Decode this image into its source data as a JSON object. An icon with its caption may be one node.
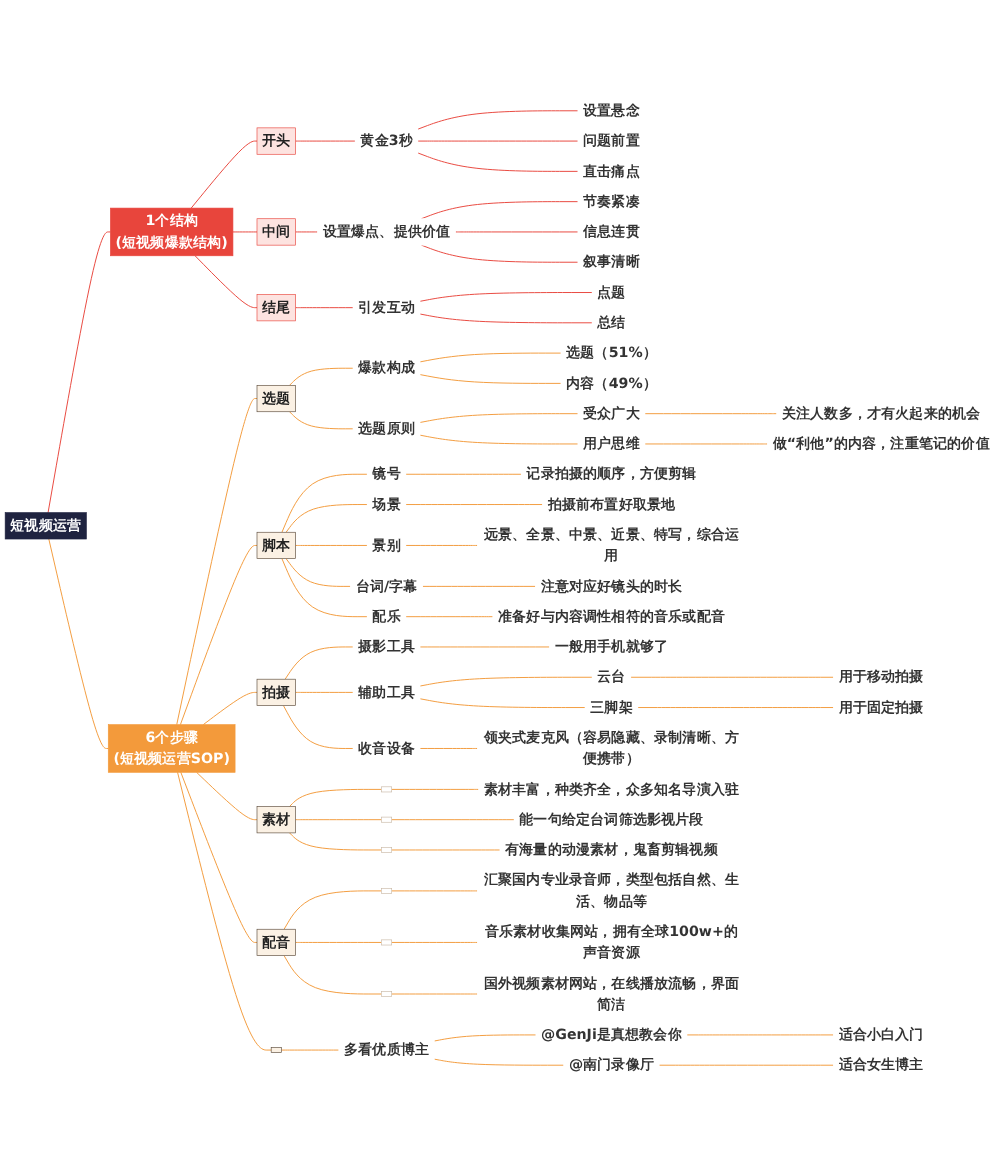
{
  "diagram": {
    "nodes": [
      {
        "text": [
          "短视频运营"
        ]
      },
      {
        "text": [
          "1个结构",
          "(短视频爆款结构)"
        ]
      },
      {
        "text": [
          "开头"
        ]
      },
      {
        "text": [
          "黄金3秒"
        ]
      },
      {
        "text": [
          "设置悬念"
        ]
      },
      {
        "text": [
          "问题前置"
        ]
      },
      {
        "text": [
          "直击痛点"
        ]
      },
      {
        "text": [
          "中间"
        ]
      },
      {
        "text": [
          "设置爆点、提供价值"
        ]
      },
      {
        "text": [
          "节奏紧凑"
        ]
      },
      {
        "text": [
          "信息连贯"
        ]
      },
      {
        "text": [
          "叙事清晰"
        ]
      },
      {
        "text": [
          "结尾"
        ]
      },
      {
        "text": [
          "引发互动"
        ]
      },
      {
        "text": [
          "点题"
        ]
      },
      {
        "text": [
          "总结"
        ]
      },
      {
        "text": [
          "6个步骤",
          "(短视频运营SOP)"
        ]
      },
      {
        "text": [
          "选题"
        ]
      },
      {
        "text": [
          "爆款构成"
        ]
      },
      {
        "text": [
          "选题（51%）"
        ]
      },
      {
        "text": [
          "内容（49%）"
        ]
      },
      {
        "text": [
          "选题原则"
        ]
      },
      {
        "text": [
          "受众广大"
        ]
      },
      {
        "text": [
          "关注人数多，才有火起来的机会"
        ]
      },
      {
        "text": [
          "用户思维"
        ]
      },
      {
        "text": [
          "做“利他”的内容，注重笔记的价值"
        ]
      },
      {
        "text": [
          "脚本"
        ]
      },
      {
        "text": [
          "镜号"
        ]
      },
      {
        "text": [
          "记录拍摄的顺序，方便剪辑"
        ]
      },
      {
        "text": [
          "场景"
        ]
      },
      {
        "text": [
          "拍摄前布置好取景地"
        ]
      },
      {
        "text": [
          "景别"
        ]
      },
      {
        "text": [
          "远景、全景、中景、近景、特写，综合运用"
        ]
      },
      {
        "text": [
          "台词/字幕"
        ]
      },
      {
        "text": [
          "注意对应好镜头的时长"
        ]
      },
      {
        "text": [
          "配乐"
        ]
      },
      {
        "text": [
          "准备好与内容调性相符的音乐或配音"
        ]
      },
      {
        "text": [
          "拍摄"
        ]
      },
      {
        "text": [
          "摄影工具"
        ]
      },
      {
        "text": [
          "一般用手机就够了"
        ]
      },
      {
        "text": [
          "辅助工具"
        ]
      },
      {
        "text": [
          "云台"
        ]
      },
      {
        "text": [
          "用于移动拍摄"
        ]
      },
      {
        "text": [
          "三脚架"
        ]
      },
      {
        "text": [
          "用于固定拍摄"
        ]
      },
      {
        "text": [
          "收音设备"
        ]
      },
      {
        "text": [
          "领夹式麦克风（容易隐藏、录制清晰、方便携带）"
        ]
      },
      {
        "text": [
          "素材"
        ]
      },
      {
        "text": [],
        "shape": "box"
      },
      {
        "text": [
          "素材丰富，种类齐全，众多知名导演入驻"
        ]
      },
      {
        "text": [],
        "shape": "box"
      },
      {
        "text": [
          "能一句给定台词筛选影视片段"
        ]
      },
      {
        "text": [],
        "shape": "box"
      },
      {
        "text": [
          "有海量的动漫素材，鬼畜剪辑视频"
        ]
      },
      {
        "text": [
          "配音"
        ]
      },
      {
        "text": [],
        "shape": "box"
      },
      {
        "text": [
          "汇聚国内专业录音师，类型包括自然、生活、物品等"
        ]
      },
      {
        "text": [],
        "shape": "box"
      },
      {
        "text": [
          "音乐素材收集网站，拥有全球100w+的声音资源"
        ]
      },
      {
        "text": [],
        "shape": "box"
      },
      {
        "text": [
          "国外视频素材网站，在线播放流畅，界面简洁"
        ]
      },
      {
        "text": [],
        "shape": "box"
      },
      {
        "text": [
          "多看优质博主"
        ]
      },
      {
        "text": [
          "@GenJi是真想教会你"
        ]
      },
      {
        "text": [
          "适合小白入门"
        ]
      },
      {
        "text": [
          "@南门录像厅"
        ]
      },
      {
        "text": [
          "适合女生博主"
        ]
      }
    ],
    "edges": [
      {
        "from": 0,
        "to": 1,
        "arrow": "none",
        "color": "#e8453c"
      },
      {
        "from": 1,
        "to": 2,
        "arrow": "none",
        "color": "#e8453c"
      },
      {
        "from": 2,
        "to": 3,
        "arrow": "none",
        "color": "#e8453c"
      },
      {
        "from": 3,
        "to": 4,
        "arrow": "none",
        "color": "#e8453c"
      },
      {
        "from": 3,
        "to": 5,
        "arrow": "none",
        "color": "#e8453c"
      },
      {
        "from": 3,
        "to": 6,
        "arrow": "none",
        "color": "#e8453c"
      },
      {
        "from": 1,
        "to": 7,
        "arrow": "none",
        "color": "#e8453c"
      },
      {
        "from": 7,
        "to": 8,
        "arrow": "none",
        "color": "#e8453c"
      },
      {
        "from": 8,
        "to": 9,
        "arrow": "none",
        "color": "#e8453c"
      },
      {
        "from": 8,
        "to": 10,
        "arrow": "none",
        "color": "#e8453c"
      },
      {
        "from": 8,
        "to": 11,
        "arrow": "none",
        "color": "#e8453c"
      },
      {
        "from": 1,
        "to": 12,
        "arrow": "none",
        "color": "#e8453c"
      },
      {
        "from": 12,
        "to": 13,
        "arrow": "none",
        "color": "#e8453c"
      },
      {
        "from": 13,
        "to": 14,
        "arrow": "none",
        "color": "#e8453c"
      },
      {
        "from": 13,
        "to": 15,
        "arrow": "none",
        "color": "#e8453c"
      },
      {
        "from": 0,
        "to": 16,
        "arrow": "none"
      },
      {
        "from": 16,
        "to": 17,
        "arrow": "none"
      },
      {
        "from": 17,
        "to": 18,
        "arrow": "none"
      },
      {
        "from": 18,
        "to": 19,
        "arrow": "none"
      },
      {
        "from": 18,
        "to": 20,
        "arrow": "none"
      },
      {
        "from": 17,
        "to": 21,
        "arrow": "none"
      },
      {
        "from": 21,
        "to": 22,
        "arrow": "none"
      },
      {
        "from": 22,
        "to": 23,
        "arrow": "none"
      },
      {
        "from": 21,
        "to": 24,
        "arrow": "none"
      },
      {
        "from": 24,
        "to": 25,
        "arrow": "none"
      },
      {
        "from": 16,
        "to": 26,
        "arrow": "none"
      },
      {
        "from": 26,
        "to": 27,
        "arrow": "none"
      },
      {
        "from": 27,
        "to": 28,
        "arrow": "none"
      },
      {
        "from": 26,
        "to": 29,
        "arrow": "none"
      },
      {
        "from": 29,
        "to": 30,
        "arrow": "none"
      },
      {
        "from": 26,
        "to": 31,
        "arrow": "none"
      },
      {
        "from": 31,
        "to": 32,
        "arrow": "none"
      },
      {
        "from": 26,
        "to": 33,
        "arrow": "none"
      },
      {
        "from": 33,
        "to": 34,
        "arrow": "none"
      },
      {
        "from": 26,
        "to": 35,
        "arrow": "none"
      },
      {
        "from": 35,
        "to": 36,
        "arrow": "none"
      },
      {
        "from": 16,
        "to": 37,
        "arrow": "none"
      },
      {
        "from": 37,
        "to": 38,
        "arrow": "none"
      },
      {
        "from": 38,
        "to": 39,
        "arrow": "none"
      },
      {
        "from": 37,
        "to": 40,
        "arrow": "none"
      },
      {
        "from": 40,
        "to": 41,
        "arrow": "none"
      },
      {
        "from": 41,
        "to": 42,
        "arrow": "none"
      },
      {
        "from": 40,
        "to": 43,
        "arrow": "none"
      },
      {
        "from": 43,
        "to": 44,
        "arrow": "none"
      },
      {
        "from": 37,
        "to": 45,
        "arrow": "none"
      },
      {
        "from": 45,
        "to": 46,
        "arrow": "none"
      },
      {
        "from": 16,
        "to": 47,
        "arrow": "none"
      },
      {
        "from": 47,
        "to": 48,
        "arrow": "none"
      },
      {
        "from": 48,
        "to": 49,
        "arrow": "none"
      },
      {
        "from": 47,
        "to": 50,
        "arrow": "none"
      },
      {
        "from": 50,
        "to": 51,
        "arrow": "none"
      },
      {
        "from": 47,
        "to": 52,
        "arrow": "none"
      },
      {
        "from": 52,
        "to": 53,
        "arrow": "none"
      },
      {
        "from": 16,
        "to": 54,
        "arrow": "none"
      },
      {
        "from": 54,
        "to": 55,
        "arrow": "none"
      },
      {
        "from": 55,
        "to": 56,
        "arrow": "none"
      },
      {
        "from": 54,
        "to": 57,
        "arrow": "none"
      },
      {
        "from": 57,
        "to": 58,
        "arrow": "none"
      },
      {
        "from": 54,
        "to": 59,
        "arrow": "none"
      },
      {
        "from": 59,
        "to": 60,
        "arrow": "none"
      },
      {
        "from": 16,
        "to": 61,
        "arrow": "none"
      },
      {
        "from": 61,
        "to": 62,
        "arrow": "none"
      },
      {
        "from": 62,
        "to": 63,
        "arrow": "none"
      },
      {
        "from": 63,
        "to": 64,
        "arrow": "none"
      },
      {
        "from": 62,
        "to": 65,
        "arrow": "none"
      },
      {
        "from": 65,
        "to": 66,
        "arrow": "none"
      }
    ]
  }
}
